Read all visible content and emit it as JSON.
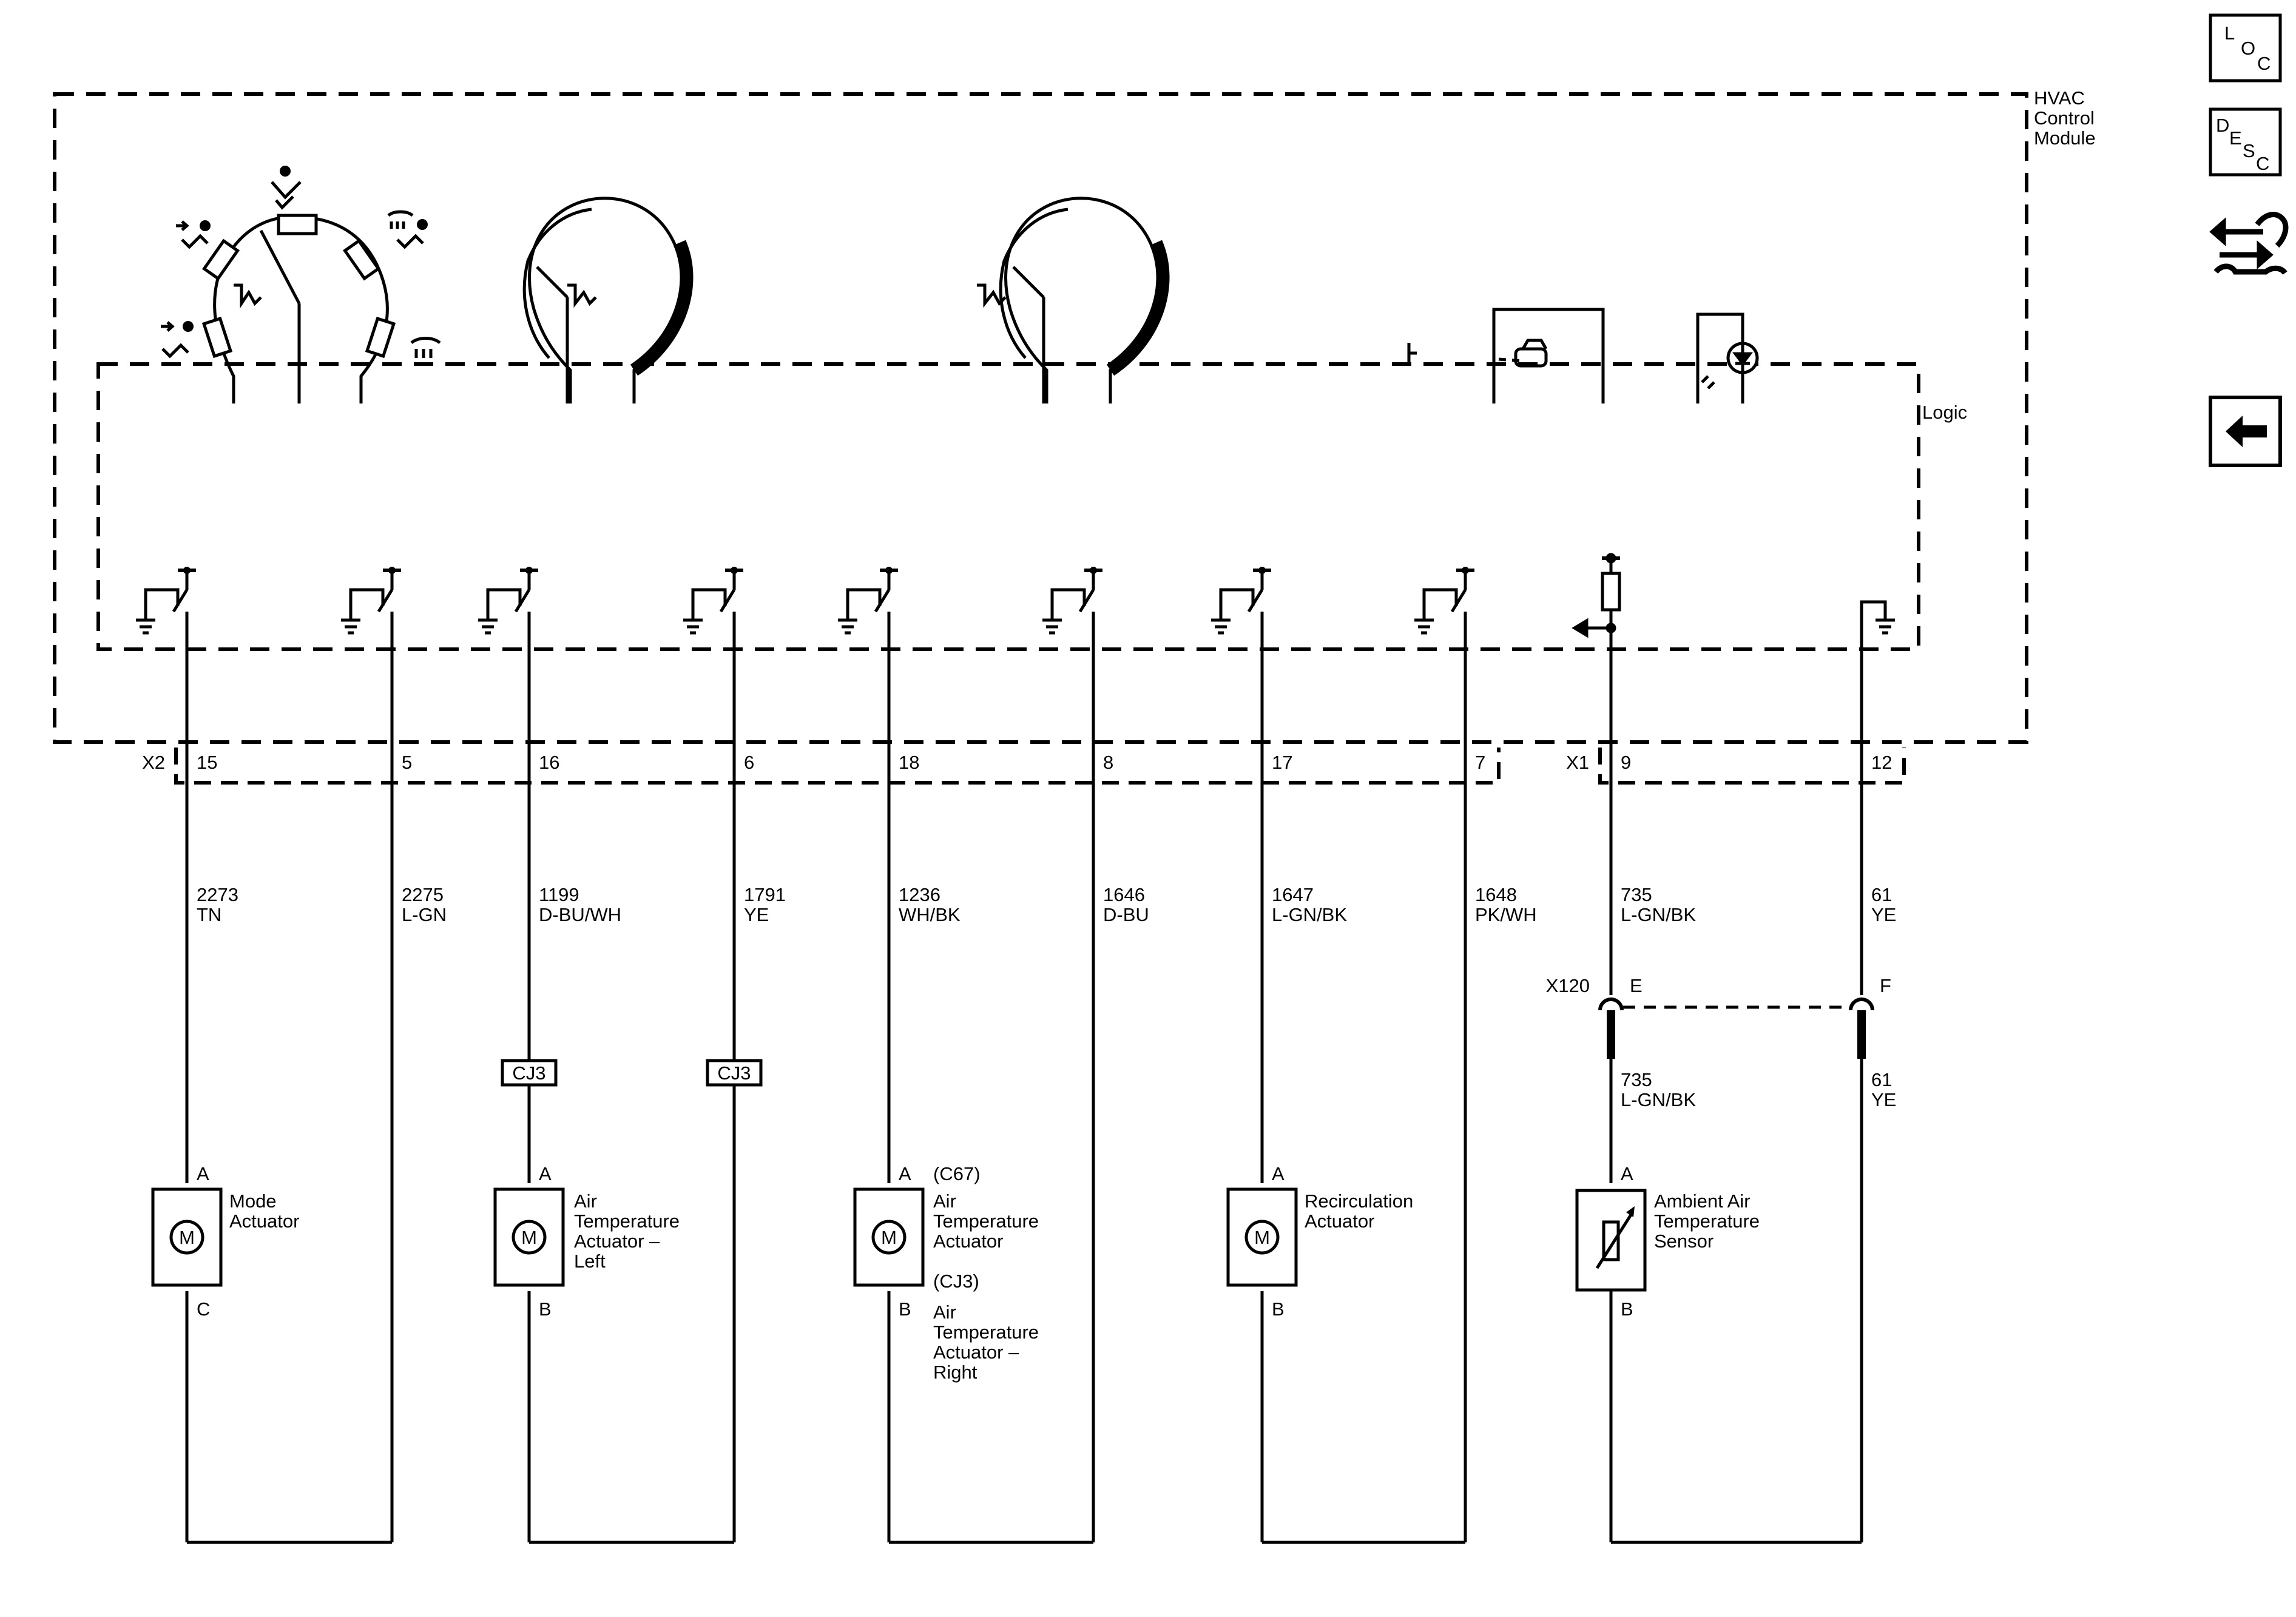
{
  "module": {
    "name_lines": [
      "HVAC",
      "Control",
      "Module"
    ],
    "logic_label": "Logic",
    "connectors": {
      "x2": "X2",
      "x1": "X1",
      "x120": "X120"
    }
  },
  "pins": [
    {
      "pin": "15",
      "circuit": "2273",
      "color": "TN"
    },
    {
      "pin": "5",
      "circuit": "2275",
      "color": "L-GN"
    },
    {
      "pin": "16",
      "circuit": "1199",
      "color": "D-BU/WH"
    },
    {
      "pin": "6",
      "circuit": "1791",
      "color": "YE"
    },
    {
      "pin": "18",
      "circuit": "1236",
      "color": "WH/BK"
    },
    {
      "pin": "8",
      "circuit": "1646",
      "color": "D-BU"
    },
    {
      "pin": "17",
      "circuit": "1647",
      "color": "L-GN/BK"
    },
    {
      "pin": "7",
      "circuit": "1648",
      "color": "PK/WH"
    },
    {
      "pin": "9",
      "circuit": "735",
      "color": "L-GN/BK"
    },
    {
      "pin": "12",
      "circuit": "61",
      "color": "YE"
    }
  ],
  "x120_pins": [
    "E",
    "F"
  ],
  "below_x120": [
    {
      "circuit": "735",
      "color": "L-GN/BK"
    },
    {
      "circuit": "61",
      "color": "YE"
    }
  ],
  "splice_label": "CJ3",
  "components": {
    "mode": {
      "pin_a": "A",
      "pin_b": "C",
      "name_lines": [
        "Mode",
        "Actuator"
      ],
      "symbol": "M"
    },
    "left": {
      "pin_a": "A",
      "pin_b": "B",
      "name_lines": [
        "Air",
        "Temperature",
        "Actuator –",
        "Left"
      ],
      "symbol": "M"
    },
    "right": {
      "pin_a": "A",
      "pin_b": "B",
      "ref_top": "(C67)",
      "ref_bottom": "(CJ3)",
      "name_lines": [
        "Air",
        "Temperature",
        "Actuator"
      ],
      "alt_lines": [
        "Air",
        "Temperature",
        "Actuator –",
        "Right"
      ],
      "symbol": "M"
    },
    "recirc": {
      "pin_a": "A",
      "pin_b": "B",
      "name_lines": [
        "Recirculation",
        "Actuator"
      ],
      "symbol": "M"
    },
    "ambient": {
      "pin_a": "A",
      "pin_b": "B",
      "name_lines": [
        "Ambient Air",
        "Temperature",
        "Sensor"
      ]
    }
  },
  "nav": {
    "loc": [
      "L",
      "O",
      "C"
    ],
    "desc": [
      "D",
      "E",
      "S",
      "C"
    ]
  },
  "icons": [
    "mode-selector-icon",
    "fan-speed-dial-icon",
    "temperature-dial-icon",
    "ac-request-switch-icon",
    "ambient-light-sensor-icon",
    "connector-end-view-icon",
    "back-arrow-icon"
  ]
}
